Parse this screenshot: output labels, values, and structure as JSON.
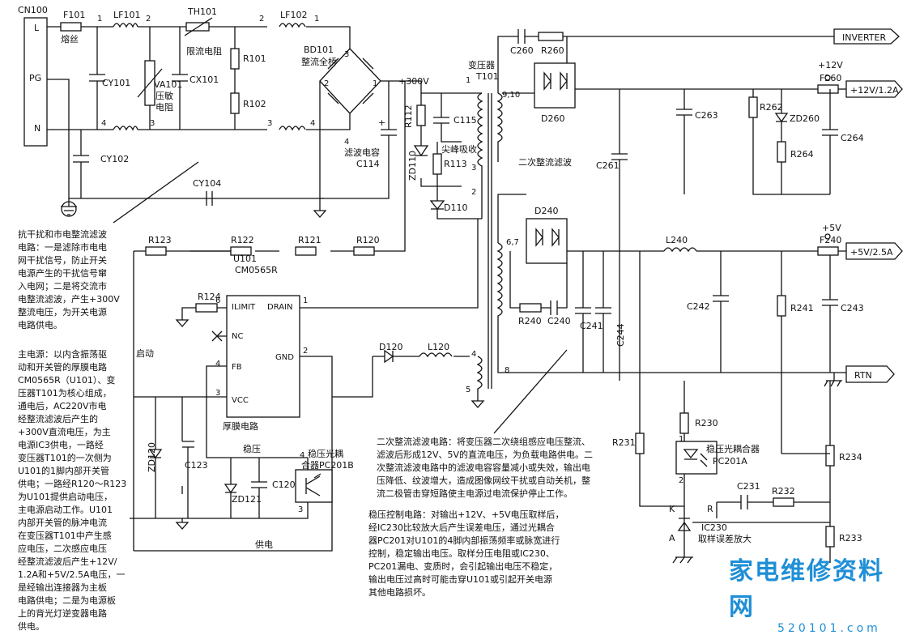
{
  "components": {
    "cn100": "CN100",
    "pin_l": "L",
    "pin_pg": "PG",
    "pin_n": "N",
    "f101": "F101",
    "f101_desc": "熔丝",
    "lf101": "LF101",
    "th101": "TH101",
    "th101_desc": "限流电阻",
    "lf102": "LF102",
    "bd101": "BD101",
    "bd101_desc": "整流全桥",
    "cy101": "CY101",
    "va101": "VA101",
    "va101_desc": "压敏",
    "va101_desc2": "电阻",
    "cx101": "CX101",
    "r101": "R101",
    "r102": "R102",
    "cy102": "CY102",
    "cy104": "CY104",
    "c114": "C114",
    "c114_desc": "滤波电容",
    "v300": "+300V",
    "t101": "T101",
    "t101_desc": "变压器",
    "r112": "R112",
    "c115": "C115",
    "zd110": "ZD110",
    "r113": "R113",
    "snubber_desc": "尖峰吸收",
    "d110": "D110",
    "c260": "C260",
    "r260": "R260",
    "d260": "D260",
    "inverter": "INVERTER",
    "v12": "+12V",
    "f260": "F260",
    "out12": "+12V/1.2A",
    "c263": "C263",
    "r262": "R262",
    "zd260": "ZD260",
    "c264": "C264",
    "r264": "R264",
    "c261": "C261",
    "secondary_desc": "二次整流滤波",
    "d240": "D240",
    "l240": "L240",
    "v5": "+5V",
    "f240": "F240",
    "out5": "+5V/2.5A",
    "r240": "R240",
    "c240": "C240",
    "c241": "C241",
    "c244": "C244",
    "c242": "C242",
    "r241": "R241",
    "c243": "C243",
    "rtn": "RTN",
    "r123": "R123",
    "r122": "R122",
    "r121": "R121",
    "r120": "R120",
    "u101": "U101",
    "u101_part": "CM0565R",
    "r124": "R124",
    "pin_ilimit": "ILIMIT",
    "pin_drain": "DRAIN",
    "pin_nc": "NC",
    "pin_fb": "FB",
    "pin_gnd": "GND",
    "pin_vcc": "VCC",
    "u101_desc": "厚膜电路",
    "startup": "启动",
    "d120": "D120",
    "l120": "L120",
    "zd120": "ZD120",
    "c123": "C123",
    "zd121": "ZD121",
    "c120": "C120",
    "regulate": "稳压",
    "pc201b": "稳压光耦",
    "pc201b_2": "合器PC201B",
    "supply": "供电",
    "r230": "R230",
    "r231": "R231",
    "pc201a_desc": "稳压光耦合器",
    "pc201a": "PC201A",
    "c231": "C231",
    "r232": "R232",
    "r234": "R234",
    "k": "K",
    "r": "R",
    "a": "A",
    "ic230": "IC230",
    "ic230_desc": "取样误差放大",
    "r233": "R233"
  },
  "pins": {
    "p1": "1",
    "p2": "2",
    "p3": "3",
    "p4": "4",
    "p5": "5",
    "p6": "6",
    "p8": "8",
    "p910": "9,10",
    "p67": "6,7"
  },
  "notes": {
    "emi": "抗干扰和市电整流滤波\n电路：一是滤除市电电\n网干扰信号，防止开关\n电源产生的干扰信号窜\n入电网；二是将交流市\n电整流滤波，产生+300V\n整流电压，为开关电源\n电路供电。",
    "main": "主电源：以内含振荡驱\n动和开关管的厚膜电路\nCM0565R（U101）、变\n压器T101为核心组成，\n通电后，AC220V市电\n经整流滤波后产生的\n+300V直流电压，为主\n电源IC3供电，一路经\n变压器T101的一次侧为\nU101的1脚内部开关管\n供电；一路经R120～R123\n为U101提供启动电压，\n主电源启动工作。U101\n内部开关管的脉冲电流\n在变压器T101中产生感\n应电压，二次感应电压\n经整流滤波后产生+12V/\n1.2A和+5V/2.5A电压，一\n是经输出连接器为主板\n电路供电；二是为电源板\n上的背光灯逆变器电路\n供电。",
    "secondary": "二次整流滤波电路：将变压器二次绕组感应电压整流、\n滤波后形成12V、5V的直流电压，为负载电路供电。二\n次整流滤波电路中的滤波电容容量减小或失效，输出电\n压降低、纹波增大，造成图像网纹干扰或自动关机，整\n流二极管击穿短路使主电源过电流保护停止工作。",
    "regulation": "稳压控制电路：对输出+12V、+5V电压取样后，\n经IC230比较放大后产生误差电压，通过光耦合\n器PC201对U101的4脚内部振荡频率或脉宽进行\n控制，稳定输出电压。取样分压电阻或IC230、\nPC201漏电、变质时，会引起输出电压不稳定，\n输出电压过高时可能击穿U101或引起开关电源\n其他电路损坏。"
  },
  "watermark": {
    "title": "家电维修资料网",
    "url": "520101.com"
  },
  "colors": {
    "line": "#111111",
    "watermark": "#1f8fd6"
  }
}
